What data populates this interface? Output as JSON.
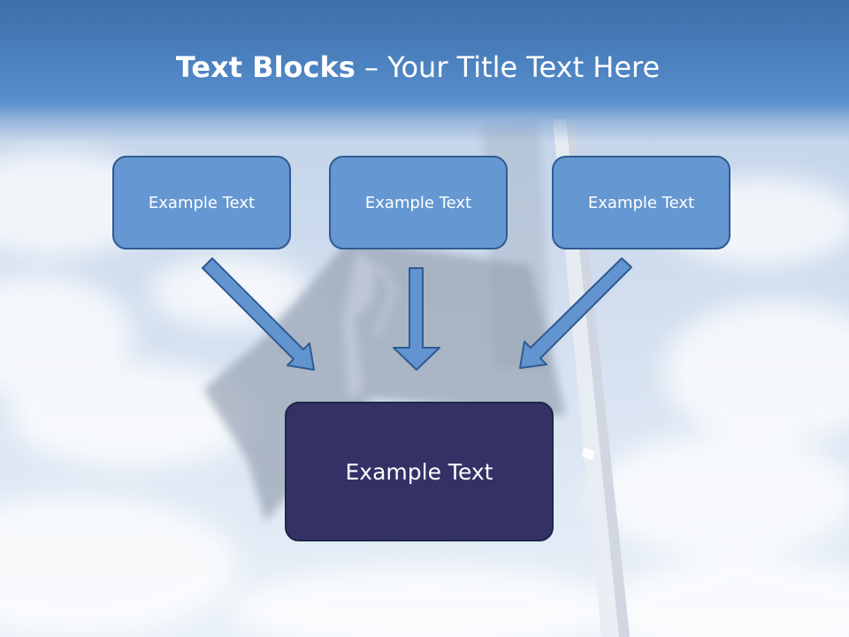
{
  "slide": {
    "title_bold": "Text Blocks",
    "title_dash": "–",
    "title_rest": "Your Title Text Here",
    "blocks": [
      {
        "label": "Example Text"
      },
      {
        "label": "Example Text"
      },
      {
        "label": "Example Text"
      }
    ],
    "main_block": {
      "label": "Example Text"
    }
  },
  "colors": {
    "header": "#4a7fbe",
    "block_fill": "#6598d2",
    "block_border": "#2f5b91",
    "main_fill": "#353167",
    "arrow_fill": "#6294cf",
    "arrow_stroke": "#2f5b91"
  }
}
